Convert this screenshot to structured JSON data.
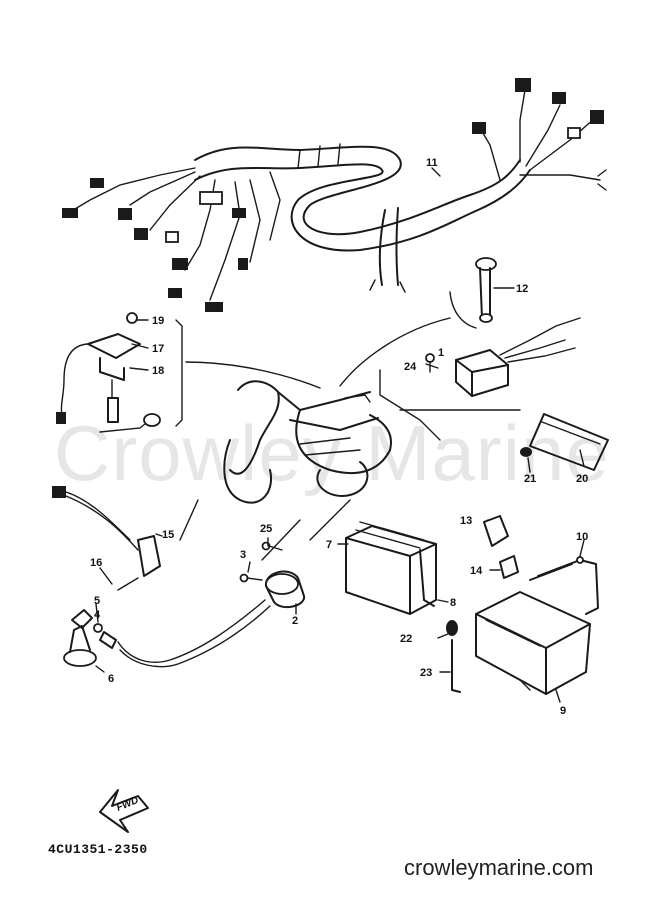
{
  "diagram": {
    "part_number": "4CU1351-2350",
    "watermark": "Crowley Marine",
    "site": "crowleymarine.com",
    "fwd_label": "FWD",
    "callouts": [
      "1",
      "2",
      "3",
      "4",
      "5",
      "6",
      "7",
      "8",
      "9",
      "10",
      "11",
      "12",
      "13",
      "14",
      "15",
      "16",
      "17",
      "18",
      "19",
      "20",
      "21",
      "22",
      "23",
      "24",
      "25"
    ]
  }
}
